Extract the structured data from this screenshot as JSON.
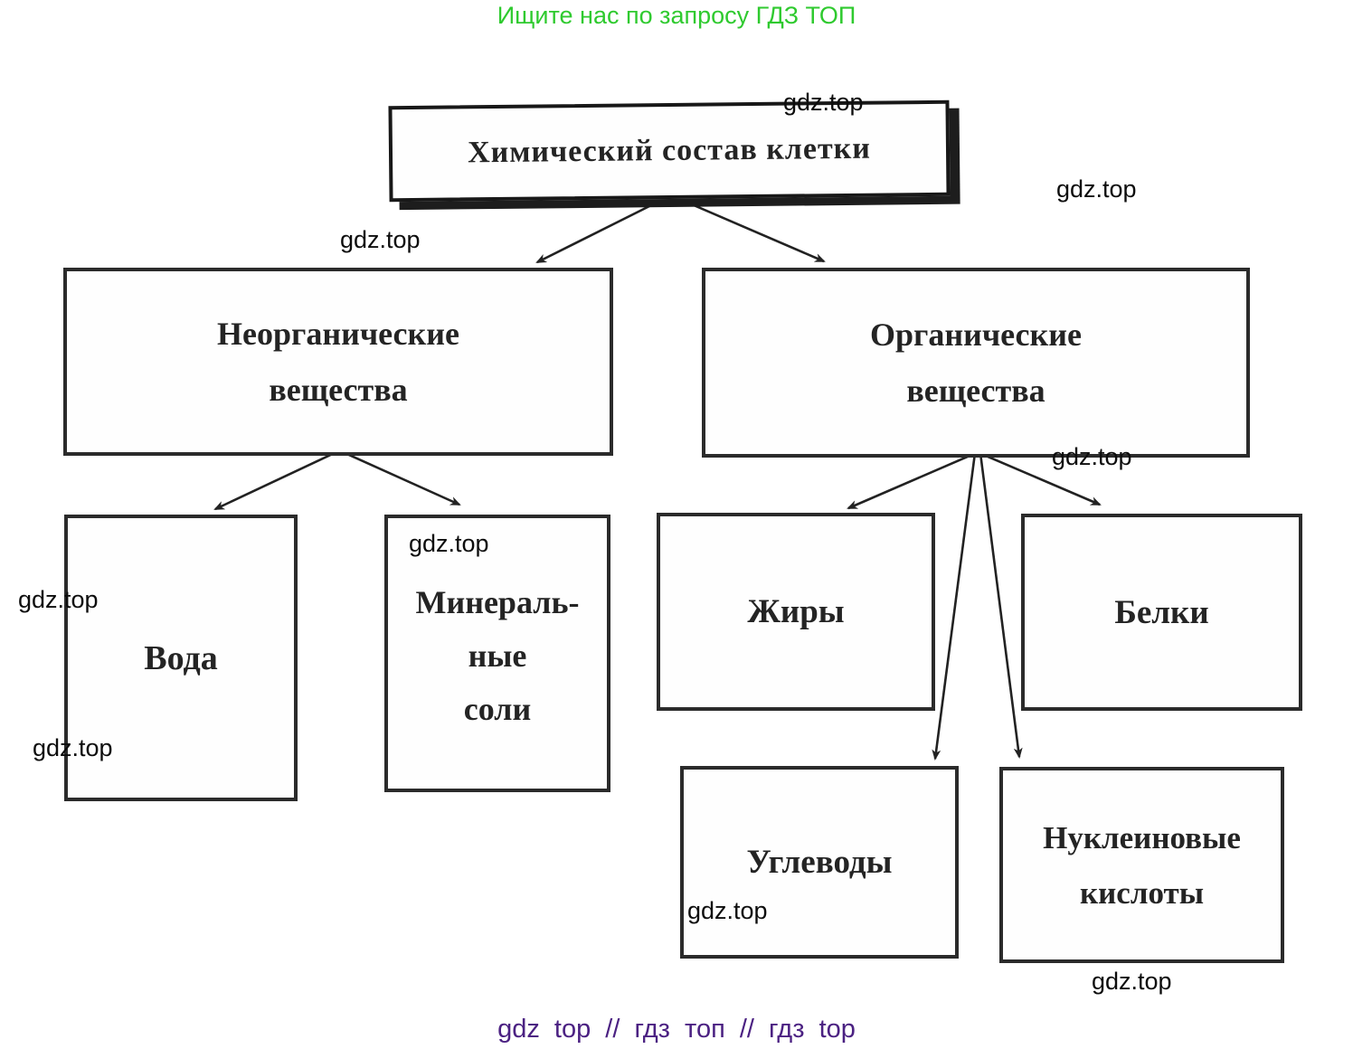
{
  "header": {
    "promo_text": "Ищите нас по запросу ГДЗ ТОП"
  },
  "footer": {
    "links_text": "gdz top // гдз топ // гдз top"
  },
  "watermark": {
    "text": "gdz.top"
  },
  "colors": {
    "promo_green": "#2fca2f",
    "footer_purple": "#4b2182",
    "diagram_ink": "#242424",
    "watermark_black": "#0d0d0d"
  },
  "diagram": {
    "root": {
      "title": "Химический состав клетки"
    },
    "inorganic": {
      "line1": "Неорганические",
      "line2": "вещества"
    },
    "organic": {
      "line1": "Органические",
      "line2": "вещества"
    },
    "water": {
      "label": "Вода"
    },
    "mineral_salts": {
      "line1": "Минераль-",
      "line2": "ные",
      "line3": "соли"
    },
    "fats": {
      "label": "Жиры"
    },
    "proteins": {
      "label": "Белки"
    },
    "carbohydrates": {
      "label": "Углеводы"
    },
    "nucleic_acids": {
      "line1": "Нуклеиновые",
      "line2": "кислоты"
    }
  }
}
